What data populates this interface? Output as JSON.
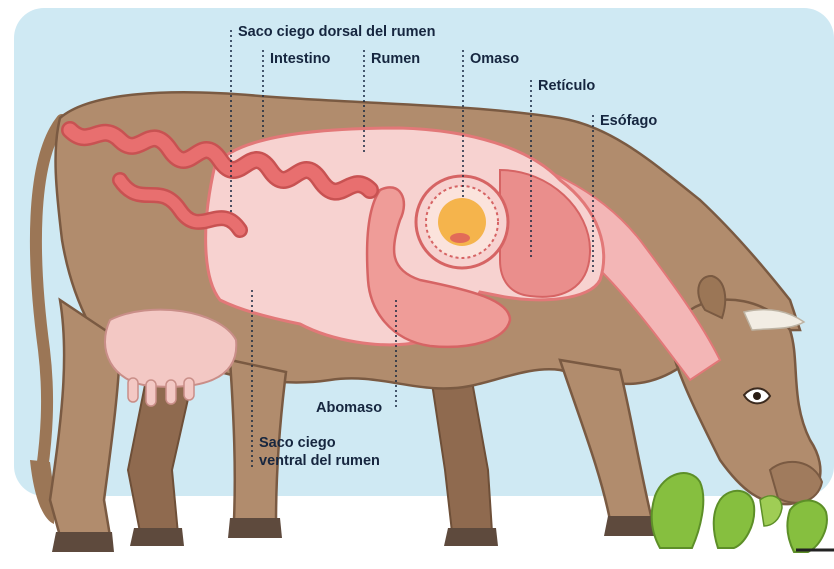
{
  "diagram": {
    "labels": {
      "saco_dorsal": "Saco ciego dorsal del rumen",
      "intestino": "Intestino",
      "rumen": "Rumen",
      "omaso": "Omaso",
      "reticulo": "Retículo",
      "esofago": "Esófago",
      "abomaso": "Abomaso",
      "saco_ventral_line1": "Saco ciego",
      "saco_ventral_line2": "ventral del rumen"
    },
    "colors": {
      "background": "#cfe9f3",
      "cow_body": "#b18c6d",
      "cow_outline": "#7a5a42",
      "leg_dark": "#8f6a4f",
      "udder": "#f3c8c4",
      "rumen_fill": "#f7d2d0",
      "organ_pink": "#ea8e8c",
      "intestine": "#e86f6f",
      "esophagus": "#f3b6b6",
      "omasum_core": "#f5b44c",
      "leaves": "#86bf3f",
      "label_text": "#16263f"
    }
  }
}
